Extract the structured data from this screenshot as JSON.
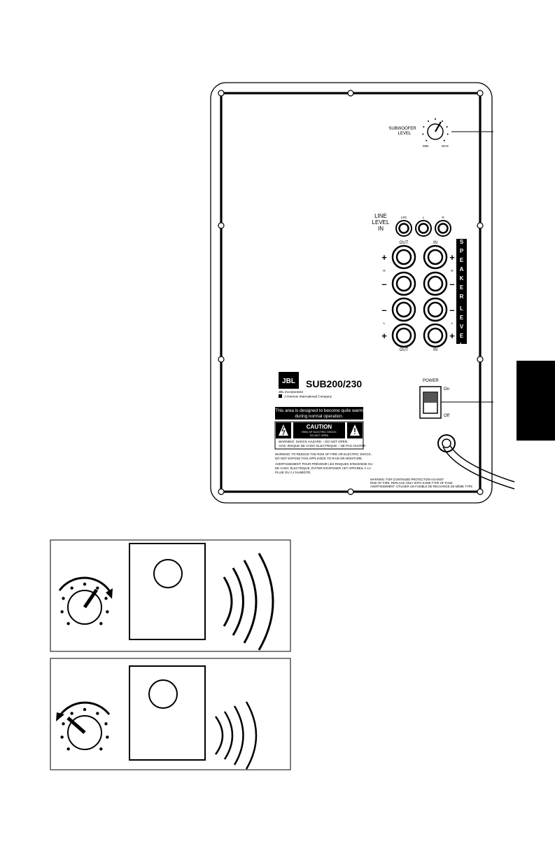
{
  "panel": {
    "subwoofer_level": [
      "SUBWOOFER",
      "LEVEL"
    ],
    "knob_min": "MIN",
    "knob_max": "MAX",
    "line_level": [
      "LINE",
      "LEVEL",
      "IN"
    ],
    "rca_labels": [
      "LFE",
      "L",
      "R"
    ],
    "out_label": "OUT",
    "in_label": "IN",
    "channel_r": "R",
    "channel_l": "L",
    "plus": "+",
    "minus": "–",
    "speaker_level_letters": [
      "S",
      "P",
      "E",
      "A",
      "K",
      "E",
      "R",
      "L",
      "E",
      "V",
      "E",
      "L"
    ],
    "power": {
      "label": "POWER",
      "on": "On",
      "off": "Off"
    },
    "brand": {
      "logo": "JBL",
      "model": "SUB200/230",
      "company_line1": "JBL Incorporated",
      "company_line2": "A Harman International Company",
      "harman_mark": "H"
    },
    "warm_notice": [
      "This area is designed to become quite warm",
      "during normal operation."
    ],
    "caution": {
      "title": "CAUTION",
      "sub": [
        "RISK OF ELECTRIC SHOCK",
        "DO NOT OPEN"
      ],
      "warning_en": "WARNING: SHOCK HAZARD – DO NOT OPEN",
      "warning_fr": "AVIS: RISQUE DE CHOC ELECTRIQUE – NE PAS OUVRIR"
    },
    "warning_text": [
      "WARNING: TO REDUCE THE RISK OF FIRE OR ELECTRIC SHOCK,",
      "DO NOT EXPOSE THIS APPLIANCE TO RAIN OR MOISTURE."
    ],
    "avertissement_text": [
      "AVERTISSEMENT: POUR PRÉVENIR LES RISQUES D'INCENDIE OU",
      "DE CHOC ÉLECTRIQUE, ÉVITER D'EXPOSER CET APPAREIL À LA",
      "PLUIE OU À L'HUMIDITÉ."
    ],
    "fuse_text": [
      "WARNING: FOR CONTINUED PROTECTION AGAINST",
      "RISK OF FIRE, REPLACE ONLY WITH SAME TYPE OF FUSE",
      "AVERTISSEMENT: UTILISER UN FUSIBLE DE RECHANGE DE MÊME TYPE"
    ]
  },
  "colors": {
    "ink": "#000000",
    "paper": "#ffffff"
  },
  "icons": [
    "subwoofer-level-knob-icon",
    "clockwise-arrow-icon",
    "counterclockwise-arrow-icon",
    "sound-wave-icon",
    "lightning-warning-icon",
    "exclamation-warning-icon"
  ]
}
